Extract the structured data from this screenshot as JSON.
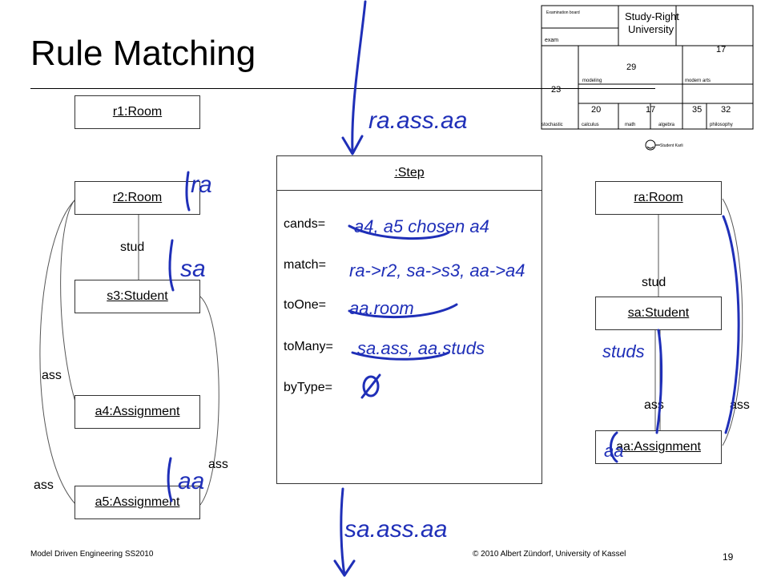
{
  "title": "Rule Matching",
  "objects_left": {
    "r1": "r1:Room",
    "r2": "r2:Room",
    "s3": "s3:Student",
    "a4": "a4:Assignment",
    "a5": "a5:Assignment"
  },
  "labels_left": {
    "stud": "stud",
    "ass1": "ass",
    "ass2": "ass",
    "ass3": "ass"
  },
  "step": {
    "header": ":Step",
    "cands": "cands=",
    "match": "match=",
    "toOne": "toOne=",
    "toMany": "toMany=",
    "byType": "byType="
  },
  "objects_right": {
    "ra": "ra:Room",
    "sa": "sa:Student",
    "aa": "aa:Assignment"
  },
  "labels_right": {
    "stud": "stud",
    "ass1": "ass",
    "ass2": "ass"
  },
  "handwriting": {
    "top_arrow": "ra.ass.aa",
    "bottom_arrow": "sa.ass.aa",
    "near_r2": "ra",
    "near_s3": "sa",
    "near_a5": "aa",
    "near_aa": "aa",
    "cands_val": "a4, a5 chosen a4",
    "match_val": "ra->r2, sa->s3, aa->a4",
    "toOne_val": "aa.room",
    "toMany_val": "sa.ass, aa.studs",
    "byType_val": "Ø",
    "studs_right": "studs"
  },
  "inset": {
    "title_line1": "Study-Right",
    "title_line2": "University",
    "exam_board": "Examination board",
    "exam": "exam",
    "n17a": "17",
    "n29": "29",
    "n23": "23",
    "modeling": "modeling",
    "modern_arts": "modern arts",
    "n20": "20",
    "n17b": "17",
    "n35": "35",
    "n32": "32",
    "stochastic": "stochastic",
    "calculus": "calculus",
    "math": "math",
    "algebra": "algebra",
    "philosophy": "philosophy",
    "student_label": "Student Karli"
  },
  "footer": {
    "left": "Model Driven Engineering SS2010",
    "center": "© 2010 Albert Zündorf, University of Kassel",
    "page": "19"
  },
  "colors": {
    "ink": "#1f2fb8",
    "line": "#333333"
  }
}
